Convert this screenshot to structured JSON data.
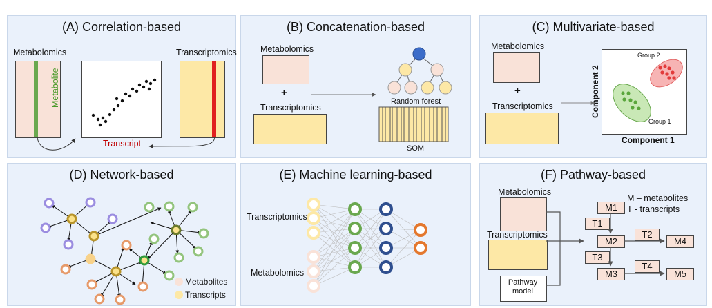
{
  "panels": {
    "a": {
      "title": "(A) Correlation-based",
      "metabolomics": "Metabolomics",
      "transcriptomics": "Transcriptomics",
      "y_axis": "Metabolite",
      "x_axis": "Transcript"
    },
    "b": {
      "title": "(B) Concatenation-based",
      "metabolomics": "Metabolomics",
      "plus": "+",
      "transcriptomics": "Transcriptomics",
      "random_forest": "Random forest",
      "som": "SOM"
    },
    "c": {
      "title": "(C) Multivariate-based",
      "metabolomics": "Metabolomics",
      "plus": "+",
      "transcriptomics": "Transcriptomics",
      "component2": "Component 2",
      "component1": "Component  1",
      "group2": "Group 2",
      "group1": "Group 1"
    },
    "d": {
      "title": "(D) Network-based",
      "legend_metabolites": "Metabolites",
      "legend_transcripts": "Transcripts"
    },
    "e": {
      "title": "(E) Machine learning-based",
      "transcriptomics": "Transcriptomics",
      "metabolomics": "Metabolomics"
    },
    "f": {
      "title": "(F) Pathway-based",
      "metabolomics": "Metabolomics",
      "transcriptomics": "Transcriptomics",
      "pathway_model": "Pathway\nmodel",
      "legend_m": "M – metabolites",
      "legend_t": "T - transcripts",
      "nodes": {
        "m1": "M1",
        "m2": "M2",
        "m3": "M3",
        "m4": "M4",
        "m5": "M5",
        "t1": "T1",
        "t2": "T2",
        "t3": "T3",
        "t4": "T4"
      }
    }
  },
  "colors": {
    "panel_bg": "#eaf1fb",
    "peach": "#f9e2d8",
    "yellow": "#fde8a6",
    "green_line": "#6aa84f",
    "red_line": "#e02020",
    "arrow_red_text": "#c00000",
    "purple_node": "#9b8de0",
    "green_node": "#93c47d",
    "orange_node": "#e69a6a",
    "gold_node": "#c9a227",
    "nn_green": "#6aa84f",
    "nn_blue": "#2f4f8f",
    "nn_orange": "#e4782e"
  }
}
